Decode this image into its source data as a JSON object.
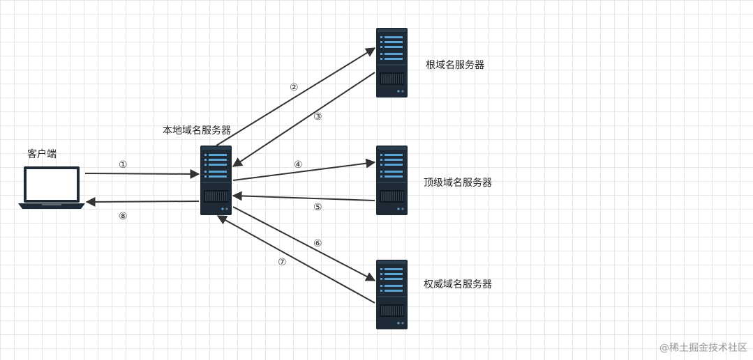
{
  "nodes": {
    "client": {
      "label": "客户端"
    },
    "local": {
      "label": "本地域名服务器"
    },
    "root": {
      "label": "根域名服务器"
    },
    "tld": {
      "label": "顶级域名服务器"
    },
    "auth": {
      "label": "权威域名服务器"
    }
  },
  "steps": [
    "①",
    "②",
    "③",
    "④",
    "⑤",
    "⑥",
    "⑦",
    "⑧"
  ],
  "watermark": "@稀土掘金技术社区",
  "colors": {
    "arrow": "#333333",
    "server_body": "#1e2b36",
    "server_slot": "#5aa6d6"
  }
}
